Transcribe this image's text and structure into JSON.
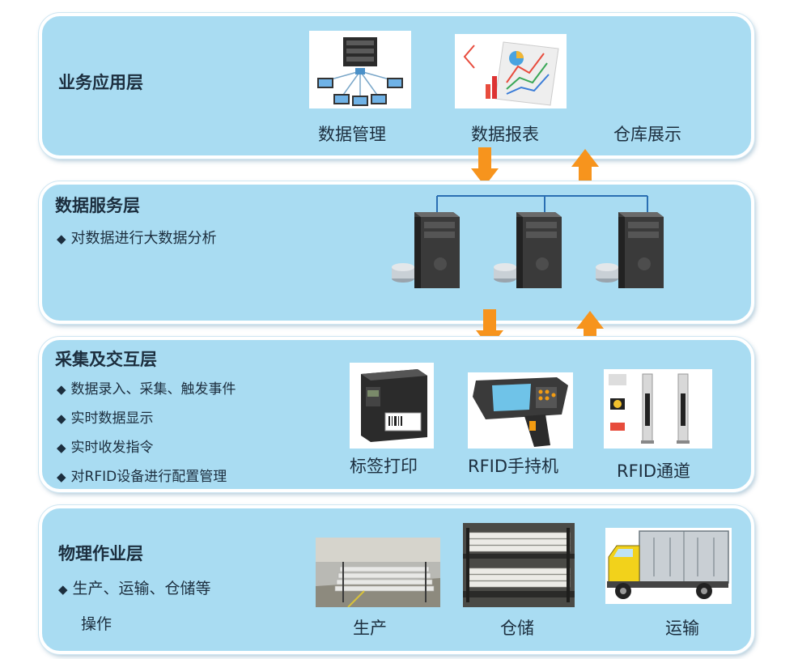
{
  "layers": {
    "app": {
      "title": "业务应用层",
      "items": [
        "数据管理",
        "数据报表",
        "仓库展示"
      ]
    },
    "data": {
      "title": "数据服务层",
      "bullets": [
        "对数据进行大数据分析"
      ]
    },
    "collect": {
      "title": "采集及交互层",
      "bullets": [
        "数据录入、采集、触发事件",
        "实时数据显示",
        "实时收发指令",
        "对RFID设备进行配置管理"
      ],
      "items": [
        "标签打印",
        "RFID手持机",
        "RFID通道"
      ]
    },
    "physical": {
      "title": "物理作业层",
      "bullets": [
        "生产、运输、仓储等",
        "操作"
      ],
      "items": [
        "生产",
        "仓储",
        "运输"
      ]
    }
  },
  "colors": {
    "panel": "#a9dcf2",
    "arrow": "#f7941d",
    "connector": "#2a6fb3"
  },
  "icons": [
    "network-icon",
    "report-chart-icon",
    "server-icon",
    "printer-icon",
    "handheld-icon",
    "rfid-gate-icon",
    "factory-photo",
    "warehouse-photo",
    "truck-icon"
  ]
}
